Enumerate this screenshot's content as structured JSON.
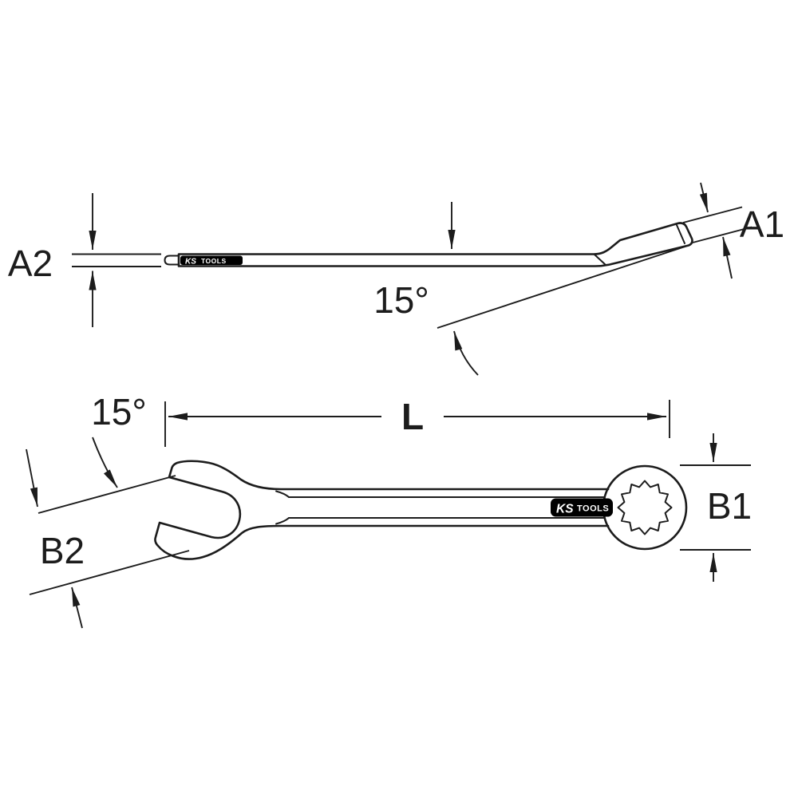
{
  "colors": {
    "line": "#1c1c1c",
    "background": "#ffffff",
    "logo_bg": "#000000",
    "logo_text": "#ffffff"
  },
  "side_view": {
    "label_a2": "A2",
    "label_a1": "A1",
    "label_angle": "15°",
    "logo": {
      "ks": "KS",
      "tools": "TOOLS"
    }
  },
  "top_view": {
    "label_angle": "15°",
    "label_length": "L",
    "label_b1": "B1",
    "label_b2": "B2",
    "logo": {
      "ks": "KS",
      "tools": "TOOLS"
    }
  }
}
